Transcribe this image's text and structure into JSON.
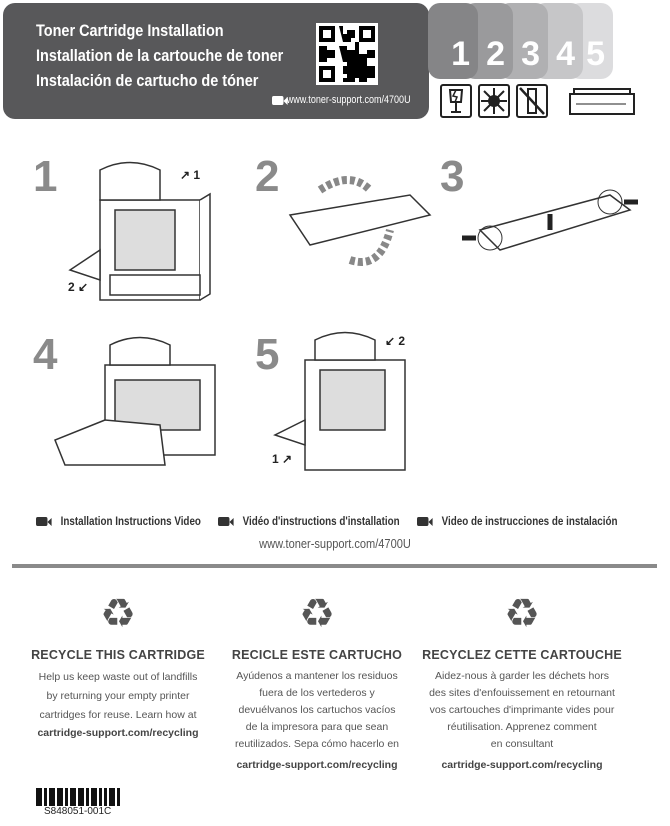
{
  "header": {
    "titles": [
      "Toner Cartridge Installation",
      "Installation de la cartouche de toner",
      "Instalación de cartucho de tóner"
    ],
    "video_url": "www.toner-support.com/4700U",
    "step_tabs": [
      "1",
      "2",
      "3",
      "4",
      "5"
    ],
    "tab_colors": [
      "#7a7a7c",
      "#8f8f91",
      "#a4a4a6",
      "#bababc",
      "#d0d0d2"
    ],
    "warning_icons": [
      "fragile-icon",
      "no-light-icon",
      "do-not-stand-icon",
      "cartridge-icon"
    ]
  },
  "steps": [
    {
      "number": "1",
      "labels": [
        "1",
        "2"
      ]
    },
    {
      "number": "2"
    },
    {
      "number": "3"
    },
    {
      "number": "4"
    },
    {
      "number": "5",
      "labels": [
        "2",
        "1"
      ]
    }
  ],
  "video": {
    "links": [
      "Installation Instructions Video",
      "Vidéo d'instructions d'installation",
      "Video de instrucciones de instalación"
    ],
    "url": "www.toner-support.com/4700U"
  },
  "recycle": [
    {
      "heading": "RECYCLE THIS CARTRIDGE",
      "lines": [
        "Help us keep waste out of landfills",
        "by returning your empty printer",
        "cartridges for reuse. Learn how at"
      ],
      "link": "cartridge-support.com/recycling"
    },
    {
      "heading": "RECICLE ESTE CARTUCHO",
      "lines": [
        "Ayúdenos a mantener los residuos",
        "fuera de los vertederos y",
        "devuélvanos los cartuchos vacíos",
        "de la impresora para que sean",
        "reutilizados. Sepa cómo hacerlo en"
      ],
      "link": "cartridge-support.com/recycling"
    },
    {
      "heading": "RECYCLEZ CETTE CARTOUCHE",
      "lines": [
        "Aidez-nous à garder les déchets hors",
        "des sites d'enfouissement en retournant",
        "vos cartouches d'imprimante vides pour",
        "réutilisation. Apprenez comment",
        "en consultant"
      ],
      "link": "cartridge-support.com/recycling"
    }
  ],
  "part_number": "S848051-001C"
}
